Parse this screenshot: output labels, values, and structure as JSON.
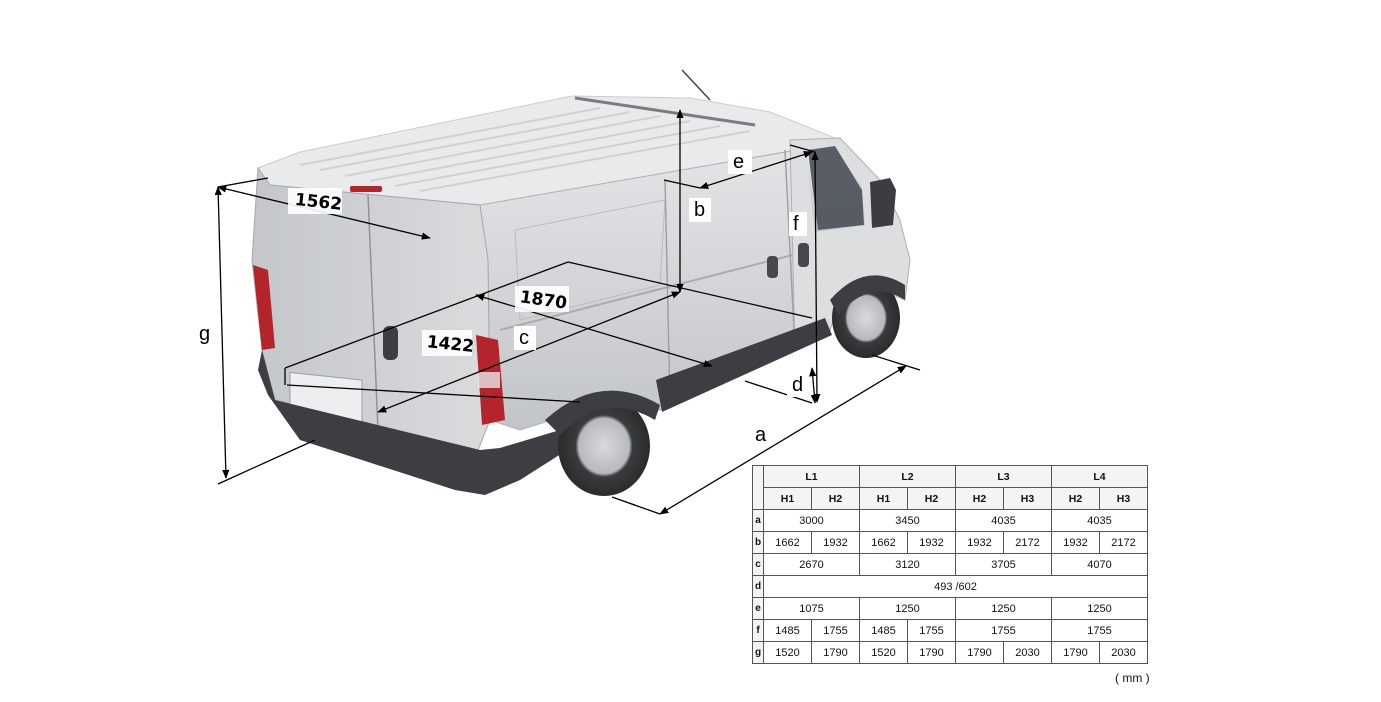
{
  "labels": {
    "w1562": "1562",
    "l1870": "1870",
    "w1422": "1422",
    "a": "a",
    "b": "b",
    "c": "c",
    "d": "d",
    "e": "e",
    "f": "f",
    "g": "g"
  },
  "table": {
    "lengths": [
      "L1",
      "L2",
      "L3",
      "L4"
    ],
    "heights": [
      "H1",
      "H2",
      "H1",
      "H2",
      "H2",
      "H3",
      "H2",
      "H3"
    ],
    "rows": [
      {
        "label": "a",
        "cells": [
          "3000",
          "3450",
          "4035",
          "4035"
        ],
        "span": 2
      },
      {
        "label": "b",
        "cells": [
          "1662",
          "1932",
          "1662",
          "1932",
          "1932",
          "2172",
          "1932",
          "2172"
        ],
        "span": 1
      },
      {
        "label": "c",
        "cells": [
          "2670",
          "3120",
          "3705",
          "4070"
        ],
        "span": 2
      },
      {
        "label": "d",
        "cells": [
          "493 /602"
        ],
        "span": 8
      },
      {
        "label": "e",
        "cells": [
          "1075",
          "1250",
          "1250",
          "1250"
        ],
        "span": 2
      },
      {
        "label": "f",
        "cells": [
          "1485",
          "1755",
          "1485",
          "1755",
          "1755",
          "1755"
        ],
        "spans": [
          1,
          1,
          1,
          1,
          2,
          2
        ]
      },
      {
        "label": "g",
        "cells": [
          "1520",
          "1790",
          "1520",
          "1790",
          "1790",
          "2030",
          "1790",
          "2030"
        ],
        "span": 1
      }
    ],
    "unit": "( mm )"
  },
  "colors": {
    "body": "#d4d6d8",
    "body_shadow": "#b3b6b9",
    "bumper": "#3c3e41",
    "taillight": "#b3252b",
    "glass": "#4a5058"
  }
}
